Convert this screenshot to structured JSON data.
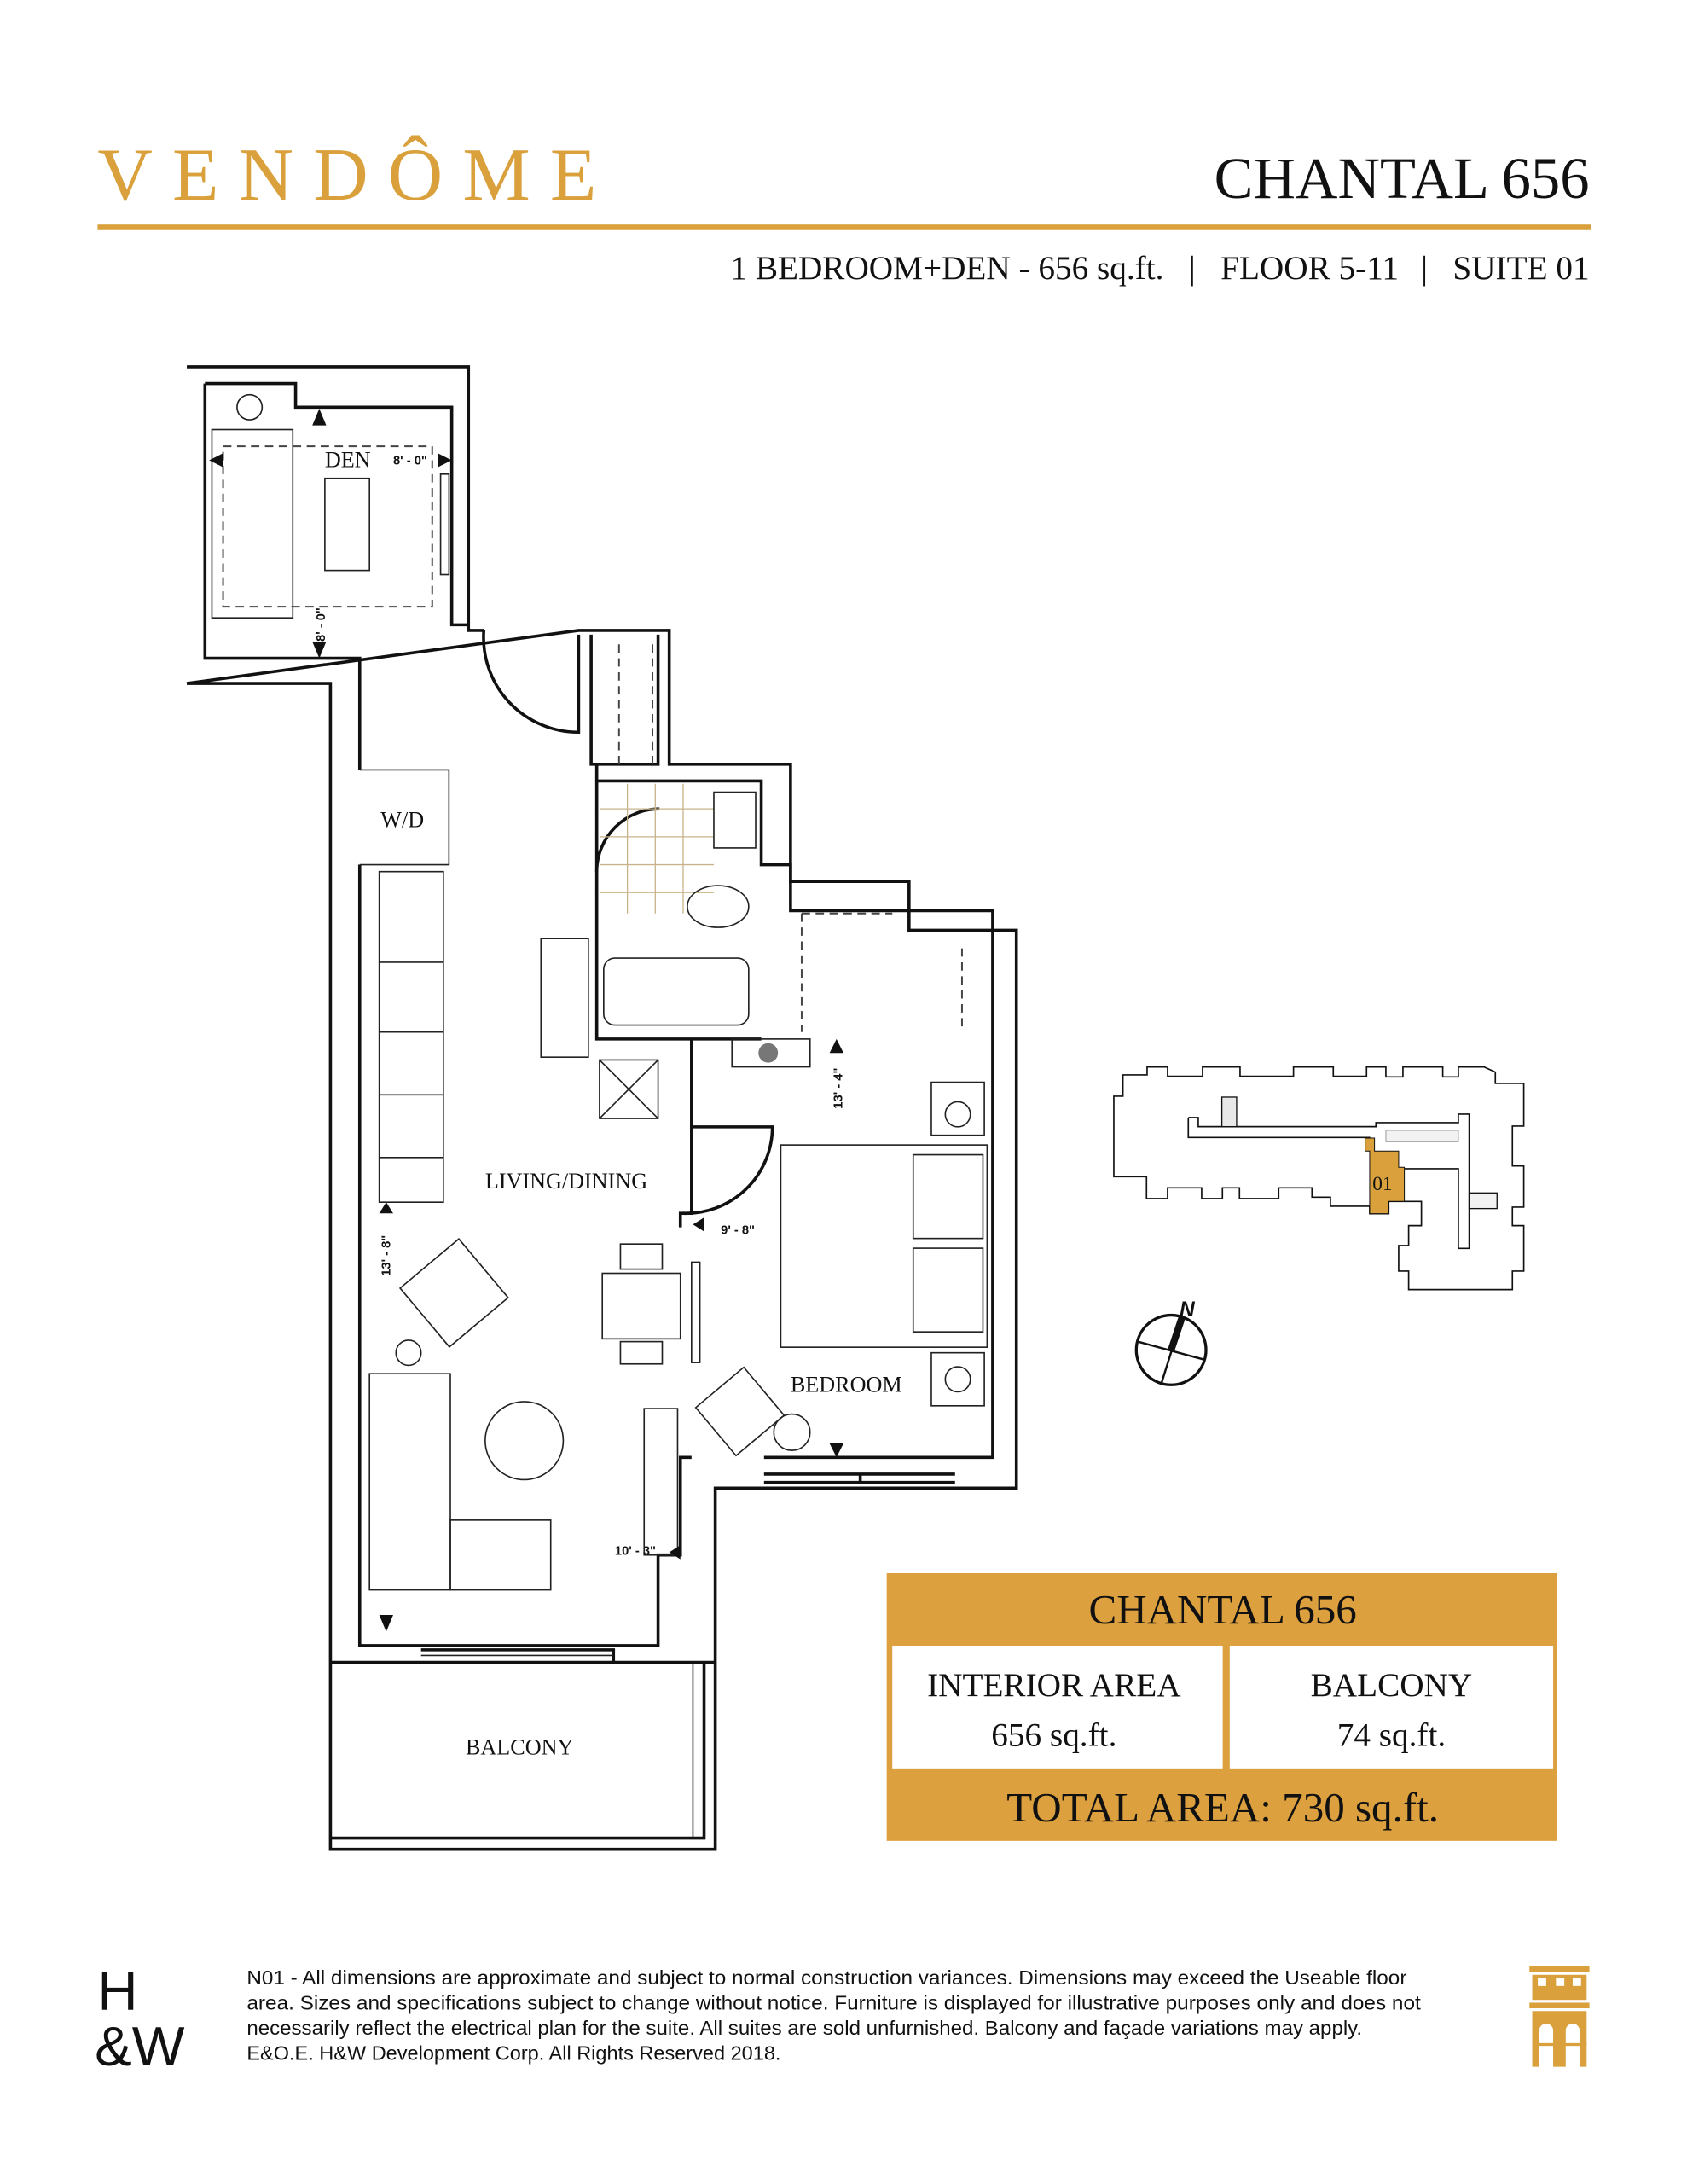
{
  "brand": {
    "logo_text": "VENDÔME",
    "gold": "#D9A03B"
  },
  "header": {
    "title": "CHANTAL 656",
    "subtitle_type": "1 BEDROOM+DEN  - 656 sq.ft.",
    "subtitle_floor": "FLOOR 5-11",
    "subtitle_suite": "SUITE  01",
    "separator": "|"
  },
  "plan": {
    "rooms": {
      "den": "DEN",
      "washer_dryer": "W/D",
      "living": "LIVING/DINING",
      "bedroom": "BEDROOM",
      "balcony": "BALCONY"
    },
    "dimensions": {
      "den_width": "8' - 0\"",
      "den_length": "8' - 0\"",
      "bedroom_length": "13' - 4\"",
      "bedroom_width": "9' - 8\"",
      "living_length": "13' - 8\"",
      "living_width": "10' - 3\""
    }
  },
  "key_plan": {
    "suite_label": "01",
    "compass_label": "N",
    "highlight": "#D9A03B"
  },
  "area_table": {
    "title": "CHANTAL 656",
    "interior_label": "INTERIOR AREA",
    "interior_value": "656 sq.ft.",
    "balcony_label": "BALCONY",
    "balcony_value": "74 sq.ft.",
    "total": "TOTAL AREA: 730 sq.ft.",
    "band_color": "#DDA03F"
  },
  "footer": {
    "developer_logo_line1": "H",
    "developer_logo_line2": "&W",
    "disclaimer_lines": [
      "N01 - All dimensions are approximate and subject to normal construction variances. Dimensions may exceed  the Useable floor",
      "area. Sizes and specifications subject to change without notice. Furniture is displayed  for illustrative purposes only and does not",
      "necessarily reflect the electrical plan for the suite. All suites are sold unfurnished. Balcony and façade variations may apply.",
      "E&O.E.  H&W Development Corp. All Rights Reserved 2018."
    ]
  }
}
